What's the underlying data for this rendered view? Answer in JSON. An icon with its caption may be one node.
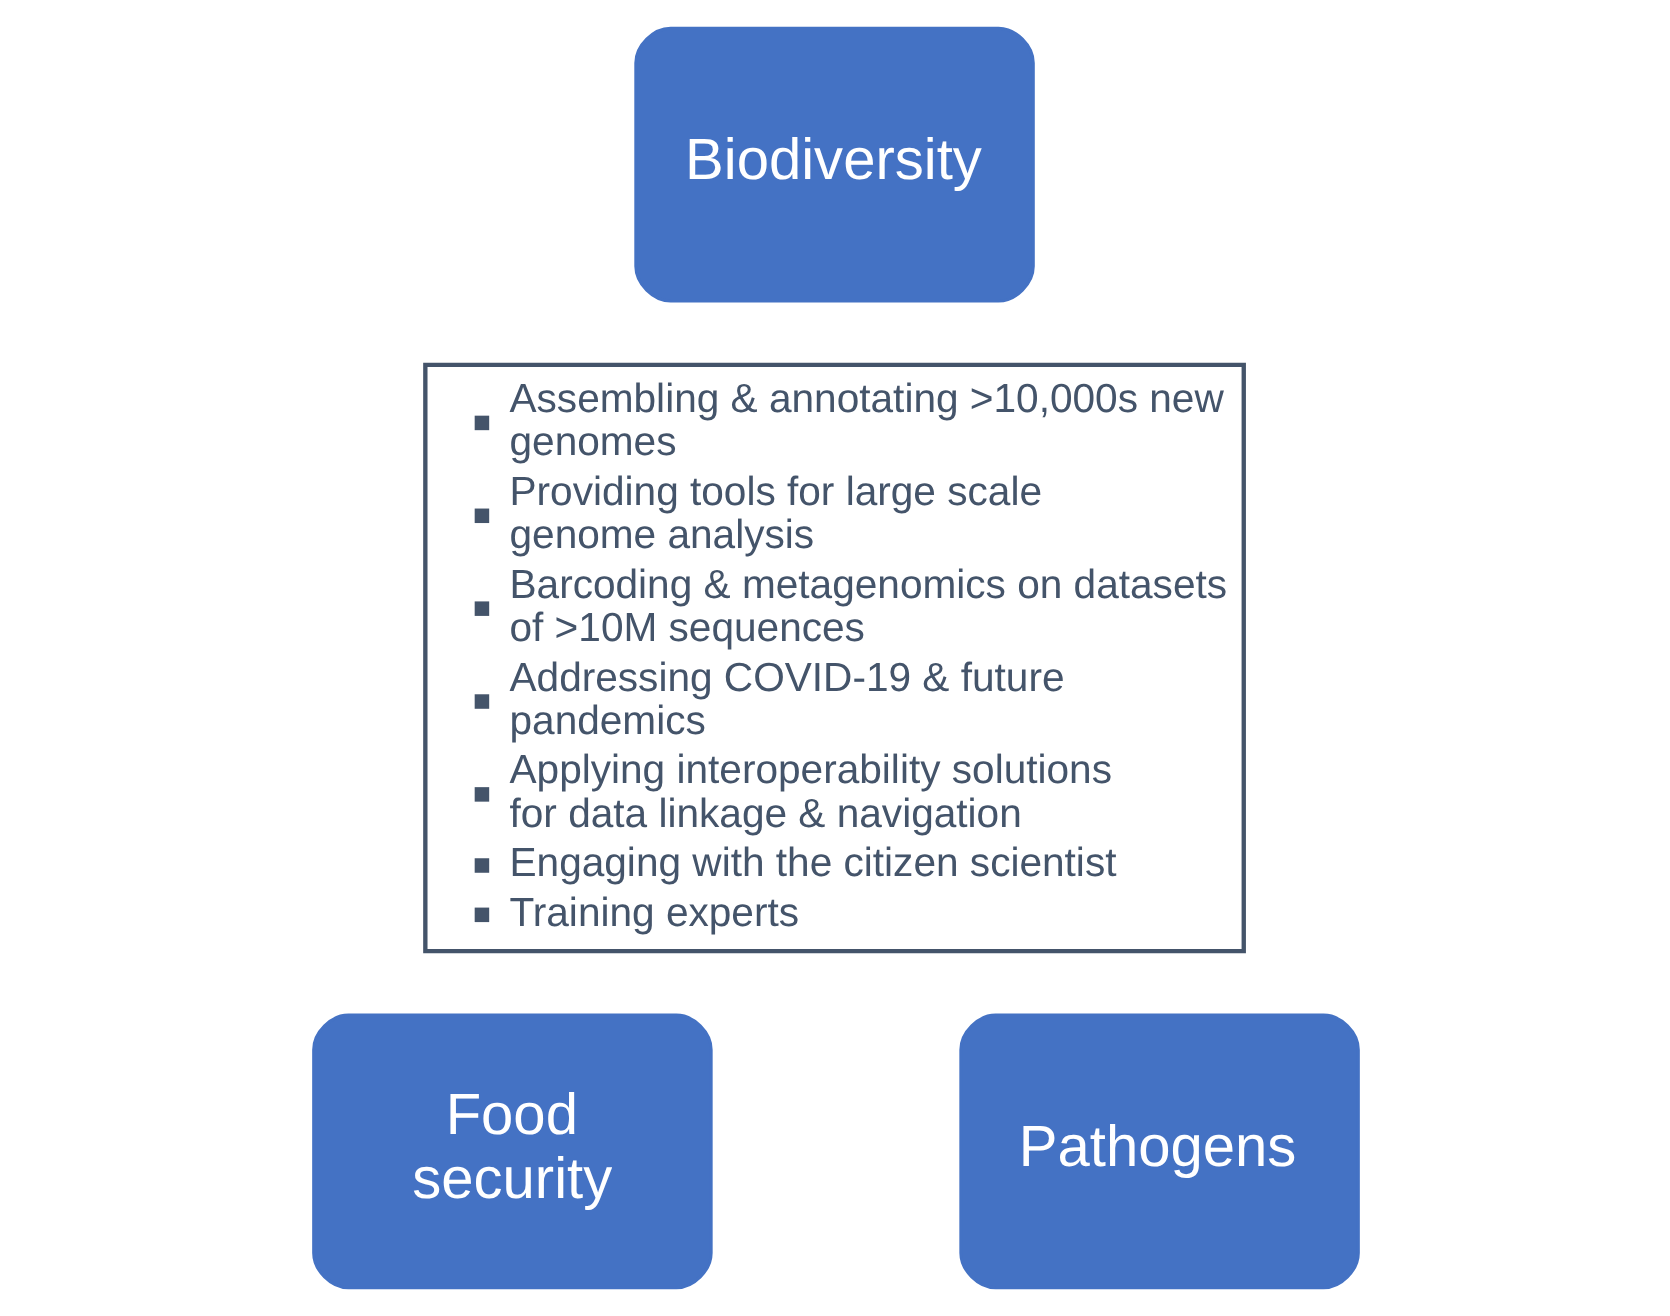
{
  "diagram": {
    "nodes": [
      {
        "text": [
          "Biodiversity"
        ]
      },
      {
        "text": [
          "Assembling & annotating >10,000s new genomes",
          "Providing tools for large scale genome analysis",
          "Barcoding & metagenomics on datasets of >10M sequences",
          "Addressing COVID-19 & future pandemics",
          "Applying interoperability solutions for data linkage & navigation",
          "Engaging with the citizen scientist",
          "Training experts"
        ]
      },
      {
        "text": [
          "Food security"
        ]
      },
      {
        "text": [
          "Pathogens"
        ]
      }
    ]
  }
}
